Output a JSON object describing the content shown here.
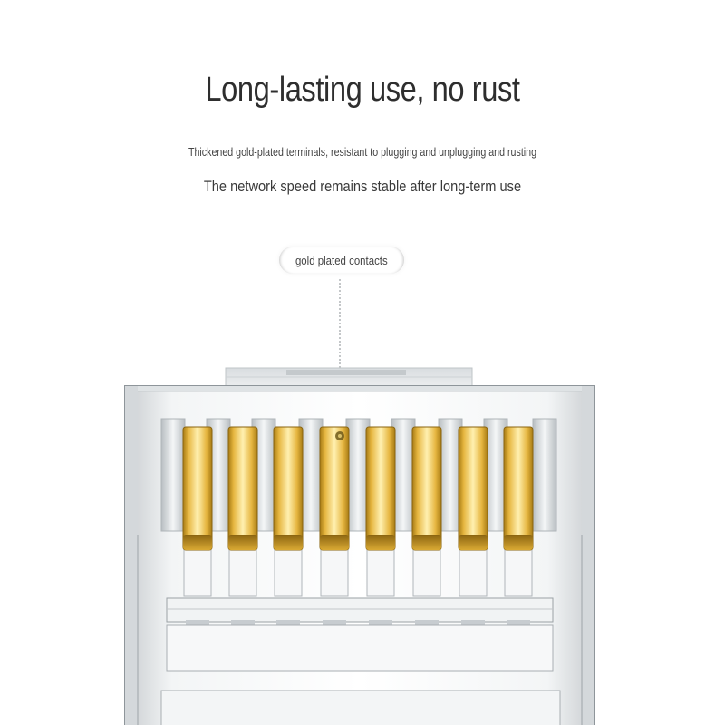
{
  "banner": {
    "headline": "Long-lasting use, no rust",
    "subtitle_line1": "Thickened gold-plated terminals, resistant to plugging and unplugging and rusting",
    "subtitle_line2": "The network speed remains stable after long-term use"
  },
  "callout": {
    "label": "gold plated contacts"
  },
  "product": {
    "subject": "RJ45 connector plug with 8 gold-plated contacts",
    "contact_count": 8,
    "colors": {
      "gold": "#e6b640",
      "gold_highlight": "#fff0b0",
      "gold_shadow": "#a77b14",
      "clear_plastic": "#e9ecee",
      "plastic_edge": "#8e959a"
    }
  }
}
